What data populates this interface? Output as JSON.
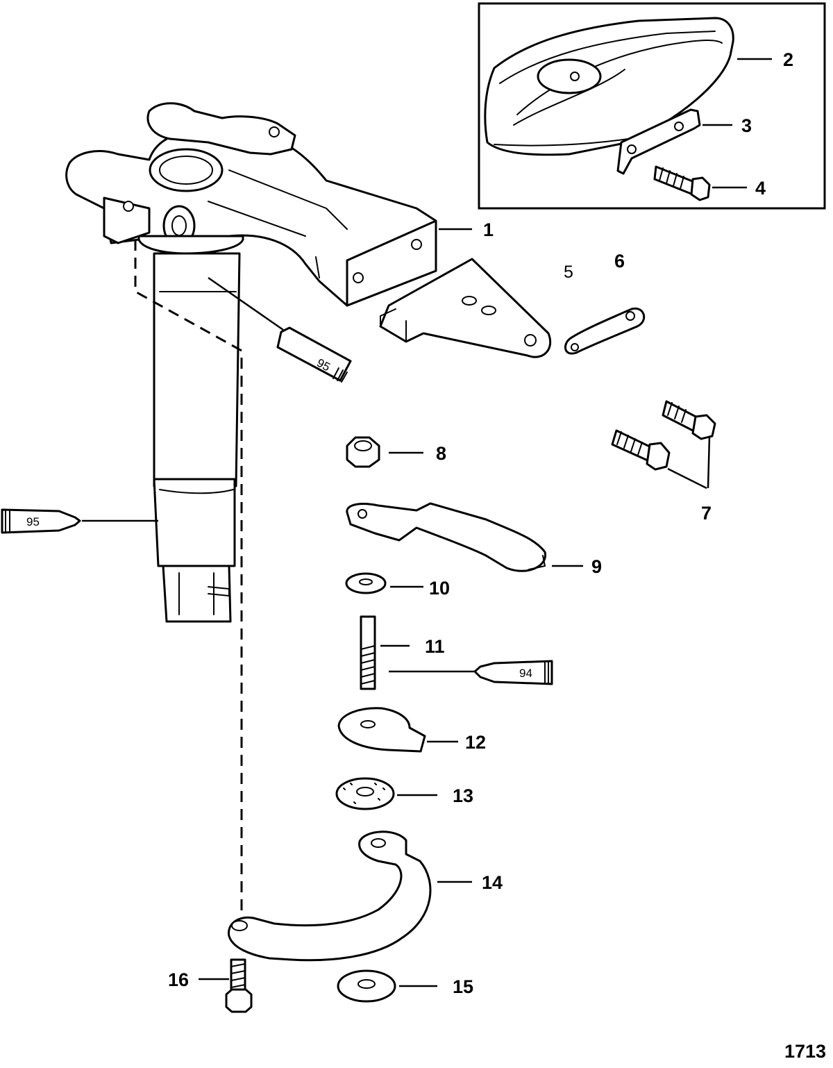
{
  "callouts": {
    "c1": "1",
    "c2": "2",
    "c3": "3",
    "c4": "4",
    "c5": "5",
    "c6": "6",
    "c7": "7",
    "c8": "8",
    "c9": "9",
    "c10": "10",
    "c11": "11",
    "c12": "12",
    "c13": "13",
    "c14": "14",
    "c15": "15",
    "c16": "16"
  },
  "lubricant_tubes": {
    "upper": "95",
    "left": "95",
    "right": "94"
  },
  "figure_number": "1713",
  "colors": {
    "ink": "#000000",
    "paper": "#ffffff"
  }
}
